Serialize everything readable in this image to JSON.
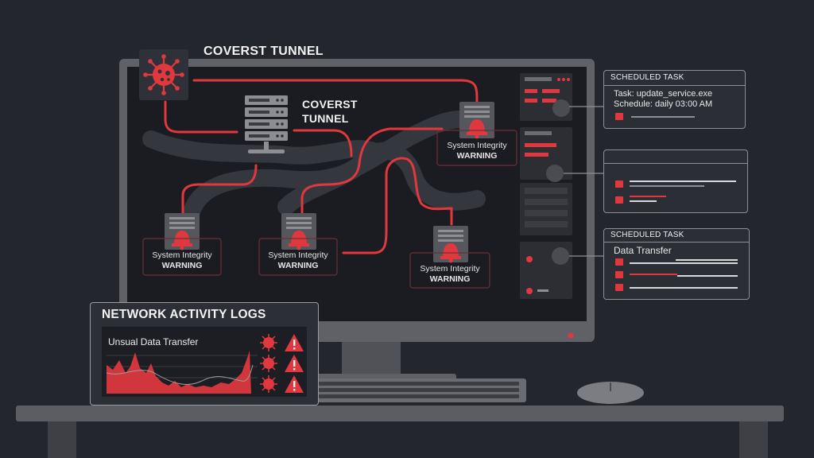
{
  "scene": {
    "covert_tunnel_title": "COVERST TUNNEL",
    "covert_tunnel_center_line1": "COVERST",
    "covert_tunnel_center_line2": "TUNNEL"
  },
  "warnings": [
    {
      "line1": "System Integrity",
      "line2": "WARNING"
    },
    {
      "line1": "System Integrity",
      "line2": "WARNING"
    },
    {
      "line1": "System Integrity",
      "line2": "WARNING"
    },
    {
      "line1": "System Integrity",
      "line2": "WARNING"
    }
  ],
  "scheduled_task_1": {
    "header": "SCHEDULED TASK",
    "task": "Task: update_service.exe",
    "schedule": "Schedule: daily 03:00 AM"
  },
  "scheduled_task_2": {
    "header": "SCHEDULED TASK",
    "title": "Data Transfer"
  },
  "logs": {
    "title": "NETWORK ACTIVITY LOGS",
    "subtitle": "Unsual Data Transfer"
  },
  "colors": {
    "background": "#24262d",
    "accent_red": "#e0383e",
    "monitor_dark": "#1b1c21",
    "panel_border": "#8d8f96"
  },
  "icons": {
    "virus": "virus-icon",
    "server": "server-icon",
    "alert_document": "alert-document-icon",
    "warning_triangle": "warning-triangle-icon",
    "checkbox": "checkbox-icon"
  }
}
